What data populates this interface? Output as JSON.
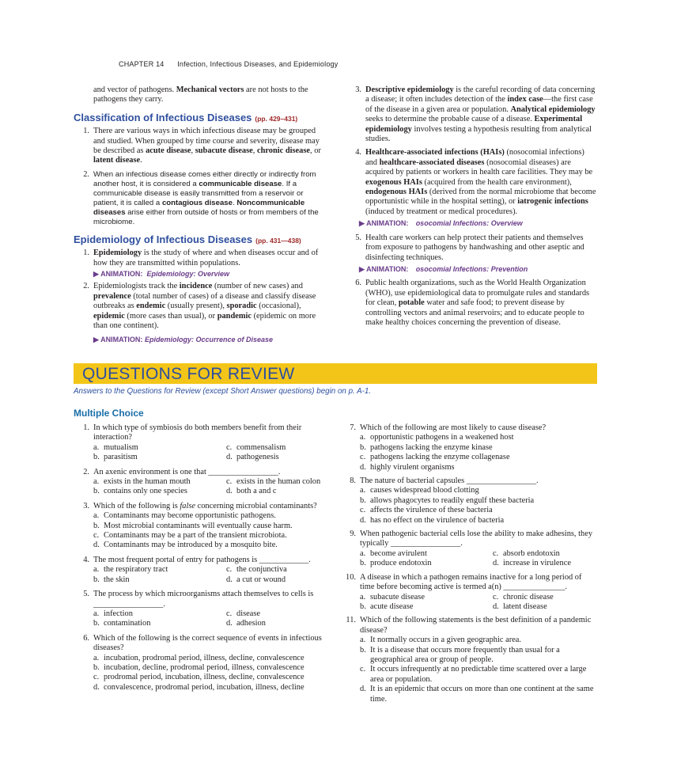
{
  "header": {
    "chapter": "CHAPTER 14",
    "title": "Infection, Infectious Diseases, and Epidemiology"
  },
  "left": {
    "intro_parts": [
      "and vector of pathogens. ",
      "Mechanical vectors",
      " are not hosts to the pathogens they carry."
    ],
    "classification": {
      "title": "Classification of Infectious Diseases",
      "pages": "(pp. 429–431)",
      "item1_num": "1.",
      "item1_parts": [
        "There are various ways in which infectious disease may be grouped and studied. When grouped by time course and severity, disease may be described as ",
        "acute disease",
        ", ",
        "subacute disease",
        ", ",
        "chronic disease",
        ", or ",
        "latent disease",
        "."
      ],
      "item2_num": "2.",
      "item2_parts": [
        "When an infectious disease comes either directly or indirectly from another host, it is considered a ",
        "communicable disease",
        ". If a communicable disease is easily transmitted from a reservoir or patient, it is called a ",
        "contagious disease",
        ". ",
        "Noncommunicable diseases",
        " arise either from outside of hosts or from members of the microbiome."
      ]
    },
    "epidemiology": {
      "title": "Epidemiology of Infectious Diseases",
      "pages": "(pp. 431—438)",
      "item1_num": "1.",
      "item1_parts": [
        "Epidemiology",
        " is the study of where and when diseases occur and of how they are transmitted within populations."
      ],
      "anim1_label": "▶ ANIMATION:",
      "anim1_title": "Epidemiology: Overview",
      "item2_num": "2.",
      "item2_parts": [
        "Epidemiologists track the ",
        "incidence",
        " (number of new cases) and ",
        "prevalence",
        " (total number of cases) of a disease and classify disease outbreaks as ",
        "endemic",
        " (usually present), ",
        "sporadic",
        " (occasional), ",
        "epidemic",
        " (more cases than usual), or ",
        "pandemic",
        " (epidemic on more than one continent)."
      ],
      "anim2_label": "▶ ANIMATION:",
      "anim2_title": "Epidemiology: Occurrence of Disease"
    }
  },
  "right": {
    "item3_num": "3.",
    "item3_parts": [
      "Descriptive epidemiology",
      " is the careful recording of data concerning a disease; it often includes detection of the ",
      "index case",
      "—the first case of the disease in a given area or population. ",
      "Analytical epidemiology",
      " seeks to determine the probable cause of a disease. ",
      "Experimental epidemiology",
      " involves testing a hypothesis resulting from analytical studies."
    ],
    "item4_num": "4.",
    "item4_parts": [
      "Healthcare-associated infections (HAIs)",
      " (nosocomial infections) and ",
      "healthcare-associated diseases",
      " (nosocomial diseases) are acquired by patients or workers in health care facilities. They may be ",
      "exogenous HAIs",
      " (acquired from the health care environment), ",
      "endogenous HAIs",
      " (derived from the normal microbiome that become opportunistic while in the hospital setting), or ",
      "iatrogenic infections",
      " (induced by treatment or medical procedures)."
    ],
    "anim3_label": "▶ ANIMATION:",
    "anim3_title": "\u0000osocomial Infections: Overview",
    "item5_num": "5.",
    "item5_text": "Health care workers can help protect their patients and themselves from exposure to pathogens by handwashing and other aseptic and disinfecting techniques.",
    "anim4_label": "▶ ANIMATION:",
    "anim4_title": "\u0000osocomial Infections: Prevention",
    "item6_num": "6.",
    "item6_parts": [
      "Public health organizations, such as the World Health Organization (WHO), use epidemiological data to promulgate rules and standards for clean, ",
      "potable",
      " water and safe food; to prevent disease by controlling vectors and animal reservoirs; and to educate people to make healthy choices concerning the prevention of disease."
    ]
  },
  "review": {
    "title": "QUESTIONS FOR REVIEW",
    "subtitle": "Answers to the Questions for Review (except Short Answer questions) begin on p. A-1.",
    "mc_heading": "Multiple Choice"
  },
  "questions_left": [
    {
      "num": "1.",
      "text": "In which type of symbiosis do both members benefit from their interaction?",
      "layout": "grid",
      "options": [
        [
          "a.",
          "mutualism"
        ],
        [
          "c.",
          "commensalism"
        ],
        [
          "b.",
          "parasitism"
        ],
        [
          "d.",
          "pathogenesis"
        ]
      ]
    },
    {
      "num": "2.",
      "text": "An axenic environment is one that _________________.",
      "layout": "grid",
      "options": [
        [
          "a.",
          "exists in the human mouth"
        ],
        [
          "c.",
          "exists in the human colon"
        ],
        [
          "b.",
          "contains only one species"
        ],
        [
          "d.",
          "both a and c"
        ]
      ]
    },
    {
      "num": "3.",
      "text": "Which of the following is false concerning microbial contaminants?",
      "layout": "single",
      "options": [
        [
          "a.",
          "Contaminants may become opportunistic pathogens."
        ],
        [
          "b.",
          "Most microbial contaminants will eventually cause harm."
        ],
        [
          "c.",
          "Contaminants may be a part of the transient microbiota."
        ],
        [
          "d.",
          "Contaminants may be introduced by a mosquito bite."
        ]
      ]
    },
    {
      "num": "4.",
      "text": "The most frequent portal of entry for pathogens is ____________.",
      "layout": "grid",
      "options": [
        [
          "a.",
          "the respiratory tract"
        ],
        [
          "c.",
          "the conjunctiva"
        ],
        [
          "b.",
          "the skin"
        ],
        [
          "d.",
          "a cut or wound"
        ]
      ]
    },
    {
      "num": "5.",
      "text": "The process by which microorganisms attach themselves to cells is _________________.",
      "layout": "grid",
      "options": [
        [
          "a.",
          "infection"
        ],
        [
          "c.",
          "disease"
        ],
        [
          "b.",
          "contamination"
        ],
        [
          "d.",
          "adhesion"
        ]
      ]
    },
    {
      "num": "6.",
      "text": "Which of the following is the correct sequence of events in infectious diseases?",
      "layout": "single",
      "options": [
        [
          "a.",
          "incubation, prodromal period, illness, decline, convalescence"
        ],
        [
          "b.",
          "incubation, decline, prodromal period, illness, convalescence"
        ],
        [
          "c.",
          "prodromal period, incubation, illness, decline, convalescence"
        ],
        [
          "d.",
          "convalescence, prodromal period, incubation, illness, decline"
        ]
      ]
    }
  ],
  "questions_right": [
    {
      "num": "7.",
      "text": "Which of the following are most likely to cause disease?",
      "layout": "single",
      "options": [
        [
          "a.",
          "opportunistic pathogens in a weakened host"
        ],
        [
          "b.",
          "pathogens lacking the enzyme kinase"
        ],
        [
          "c.",
          "pathogens lacking the enzyme collagenase"
        ],
        [
          "d.",
          "highly virulent organisms"
        ]
      ]
    },
    {
      "num": "8.",
      "text": "The nature of bacterial capsules _________________.",
      "layout": "single",
      "options": [
        [
          "a.",
          "causes widespread blood clotting"
        ],
        [
          "b.",
          "allows phagocytes to readily engulf these bacteria"
        ],
        [
          "c.",
          "affects the virulence of these bacteria"
        ],
        [
          "d.",
          "has no effect on the virulence of bacteria"
        ]
      ]
    },
    {
      "num": "9.",
      "text": "When pathogenic bacterial cells lose the ability to make adhesins, they typically _________________.",
      "layout": "grid",
      "options": [
        [
          "a.",
          "become avirulent"
        ],
        [
          "c.",
          "absorb endotoxin"
        ],
        [
          "b.",
          "produce endotoxin"
        ],
        [
          "d.",
          "increase in virulence"
        ]
      ]
    },
    {
      "num": "10.",
      "text": "A disease in which a pathogen remains inactive for a long period of time before becoming active is termed a(n) _______________.",
      "layout": "grid",
      "options": [
        [
          "a.",
          "subacute disease"
        ],
        [
          "c.",
          "chronic disease"
        ],
        [
          "b.",
          "acute disease"
        ],
        [
          "d.",
          "latent disease"
        ]
      ]
    },
    {
      "num": "11.",
      "text": "Which of the following statements is the best definition of a pandemic disease?",
      "layout": "single",
      "options": [
        [
          "a.",
          "It normally occurs in a given geographic area."
        ],
        [
          "b.",
          "It is a disease that occurs more frequently than usual for a geographical area or group of people."
        ],
        [
          "c.",
          "It occurs infrequently at no predictable time scattered over a large area or population."
        ],
        [
          "d.",
          "It is an epidemic that occurs on more than one continent at the same time."
        ]
      ]
    }
  ],
  "colors": {
    "band": "#f3c518",
    "heading_blue": "#2f4f9e",
    "animation_purple": "#6a3d8a",
    "mc_heading": "#1a6ea8"
  }
}
